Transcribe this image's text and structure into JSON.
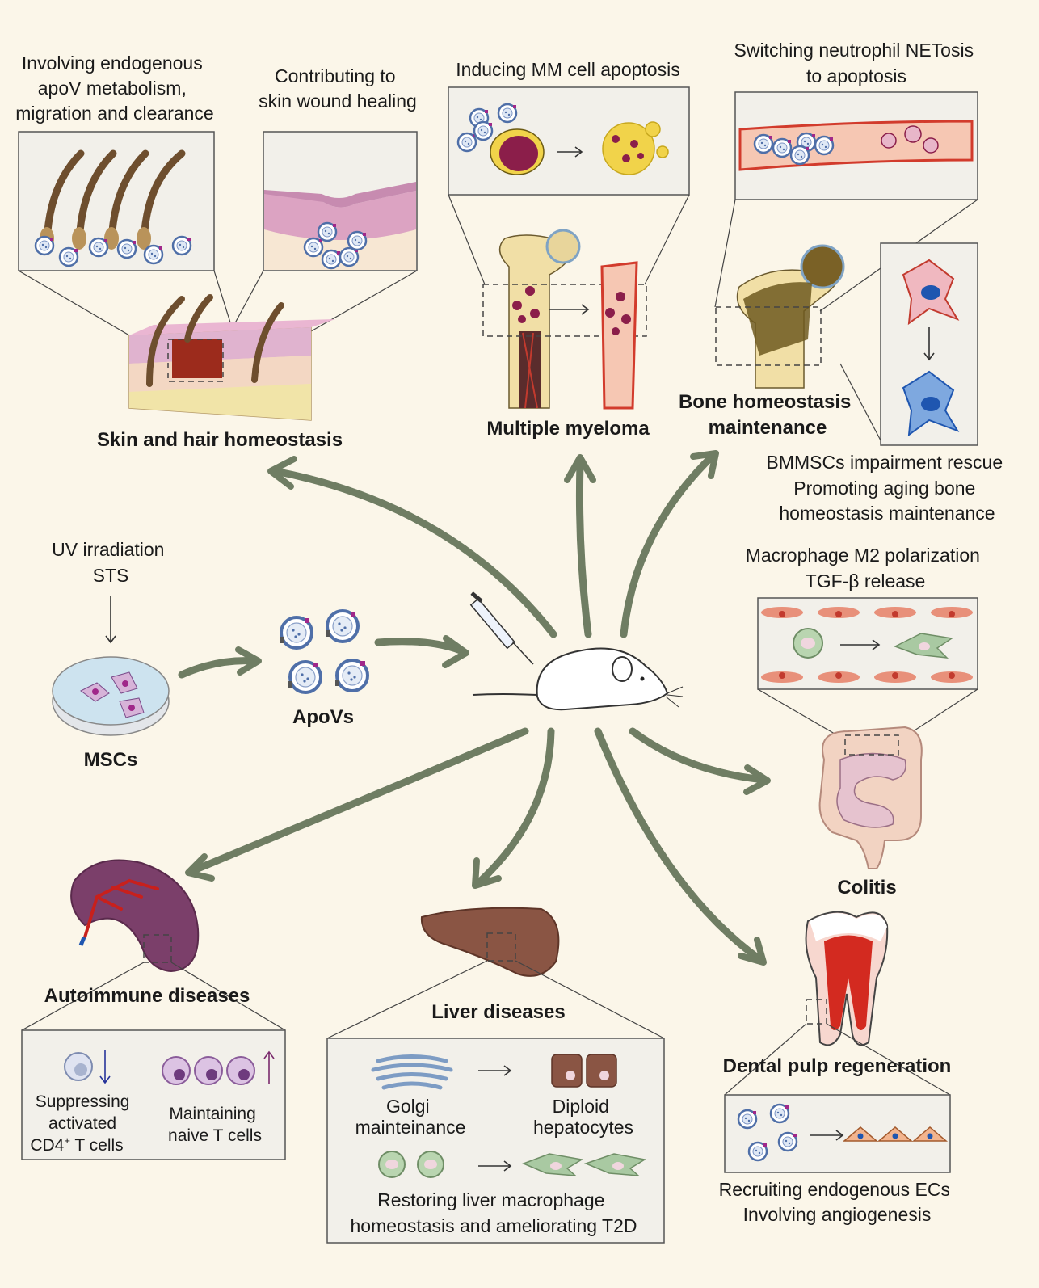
{
  "top": {
    "endogenous": [
      "Involving endogenous",
      "apoV metabolism,",
      "migration and clearance"
    ],
    "wound": [
      "Contributing to",
      "skin wound healing"
    ],
    "mm_apoptosis": "Inducing MM cell apoptosis",
    "netosis": [
      "Switching neutrophil NETosis",
      "to apoptosis"
    ]
  },
  "titles": {
    "skin": "Skin and hair homeostasis",
    "myeloma": "Multiple myeloma",
    "bone": [
      "Bone homeostasis",
      "maintenance"
    ],
    "apovs": "ApoVs",
    "mscs": "MSCs",
    "colitis": "Colitis",
    "autoimmune": "Autoimmune diseases",
    "liver": "Liver diseases",
    "dental": "Dental pulp regeneration"
  },
  "bone_notes": [
    "BMMSCs impairment rescue",
    "Promoting aging bone",
    "homeostasis maintenance"
  ],
  "uv": [
    "UV irradiation",
    "STS"
  ],
  "macrophage": [
    "Macrophage M2 polarization",
    "TGF-β release"
  ],
  "autoimmune_panel": {
    "left": [
      "Suppressing",
      "activated",
      "CD4",
      "+",
      " T cells"
    ],
    "right": [
      "Maintaining",
      "naive T cells"
    ]
  },
  "liver_panel": {
    "golgi": [
      "Golgi",
      "mainteinance"
    ],
    "diploid": [
      "Diploid",
      "hepatocytes"
    ],
    "restore": [
      "Restoring liver macrophage",
      "homeostasis and ameliorating T2D"
    ]
  },
  "dental_notes": [
    "Recruiting endogenous ECs",
    "Involving angiogenesis"
  ],
  "colors": {
    "background": "#fbf6e9",
    "arrow": "#6f7d63",
    "blood_red": "#c23a2e",
    "apov_blue": "#5b7fb5",
    "macrophage_green": "#a9c9a2",
    "spleen_purple": "#7b3f6a",
    "liver_brown": "#8a5544"
  }
}
